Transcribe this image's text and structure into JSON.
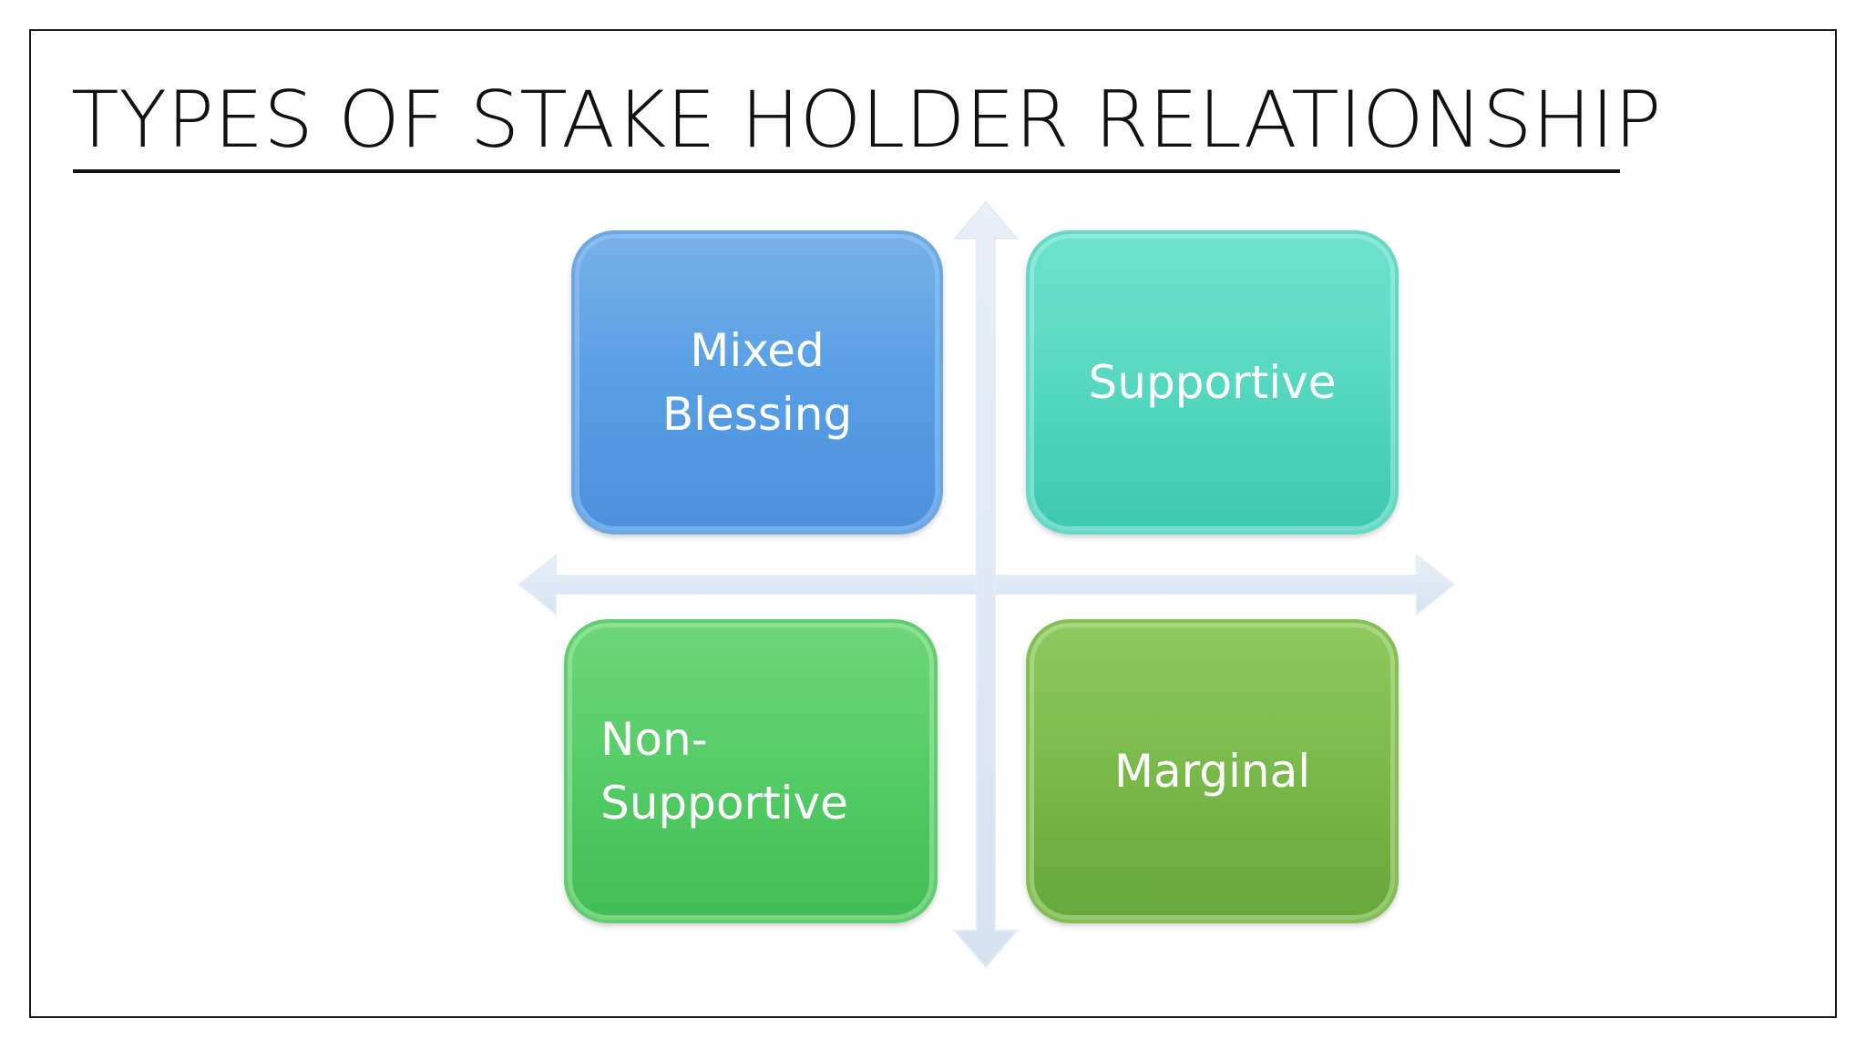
{
  "slide": {
    "title": "TYPES OF STAKE HOLDER RELATIONSHIP"
  },
  "matrix": {
    "top_left": "Mixed\nBlessing",
    "top_right": "Supportive",
    "bottom_left": "Non-\nSupportive",
    "bottom_right": "Marginal"
  },
  "colors": {
    "top_left": "#5aa0e6",
    "top_right": "#56d8c0",
    "bottom_left": "#55cc66",
    "bottom_right": "#79b94a",
    "axis_arrows": "#dde7f3"
  }
}
